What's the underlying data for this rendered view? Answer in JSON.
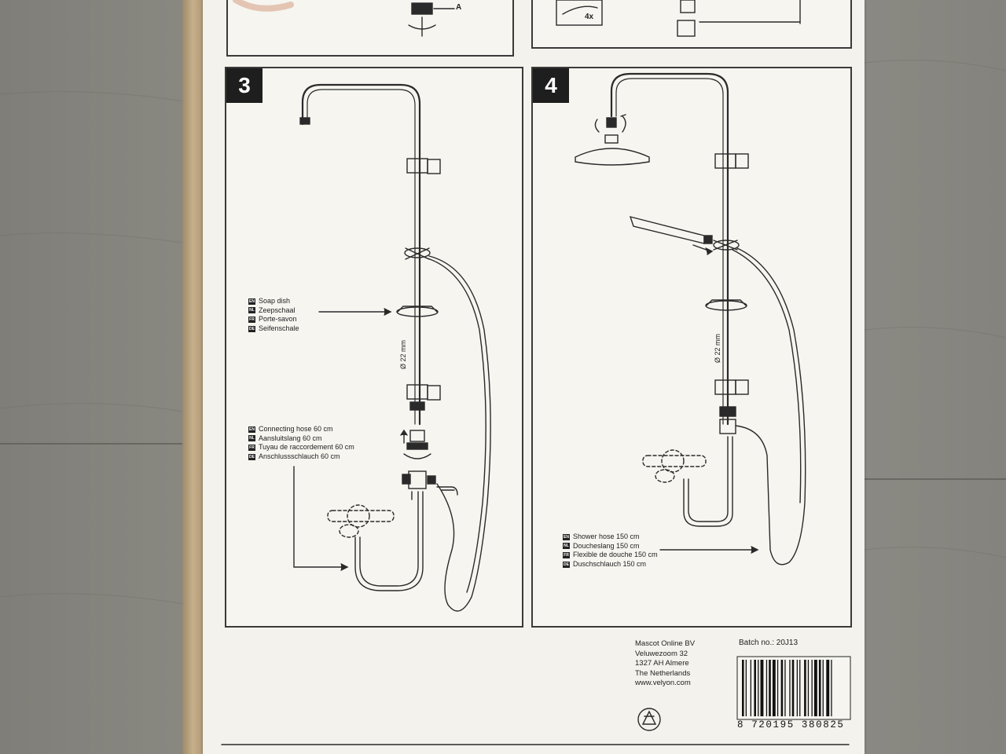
{
  "top_strip": {
    "part_letter": "A",
    "quantity": "4x"
  },
  "step3": {
    "number": "3",
    "diameter": "Ø 22 mm",
    "soap_dish": [
      {
        "lang": "EN",
        "text": "Soap dish"
      },
      {
        "lang": "NL",
        "text": "Zeepschaal"
      },
      {
        "lang": "FR",
        "text": "Porte-savon"
      },
      {
        "lang": "DE",
        "text": "Seifenschale"
      }
    ],
    "connecting_hose": [
      {
        "lang": "EN",
        "text": "Connecting hose 60 cm"
      },
      {
        "lang": "NL",
        "text": "Aansluitslang 60 cm"
      },
      {
        "lang": "FR",
        "text": "Tuyau de raccordement 60 cm"
      },
      {
        "lang": "DE",
        "text": "Anschlussschlauch 60 cm"
      }
    ]
  },
  "step4": {
    "number": "4",
    "diameter": "Ø 22 mm",
    "shower_hose": [
      {
        "lang": "EN",
        "text": "Shower hose 150 cm"
      },
      {
        "lang": "NL",
        "text": "Doucheslang 150 cm"
      },
      {
        "lang": "FR",
        "text": "Flexible de douche 150 cm"
      },
      {
        "lang": "DE",
        "text": "Duschschlauch 150 cm"
      }
    ]
  },
  "manufacturer": {
    "name": "Mascot Online BV",
    "street": "Veluwezoom 32",
    "city": "1327 AH Almere",
    "country": "The Netherlands",
    "website": "www.velyon.com"
  },
  "batch": "Batch no.: 20J13",
  "barcode_number": "8 720195 380825",
  "colors": {
    "floor": "#8d8c86",
    "sheet": "#f3f2ec",
    "ink": "#2a2a2a",
    "badge": "#1e1e1e"
  }
}
